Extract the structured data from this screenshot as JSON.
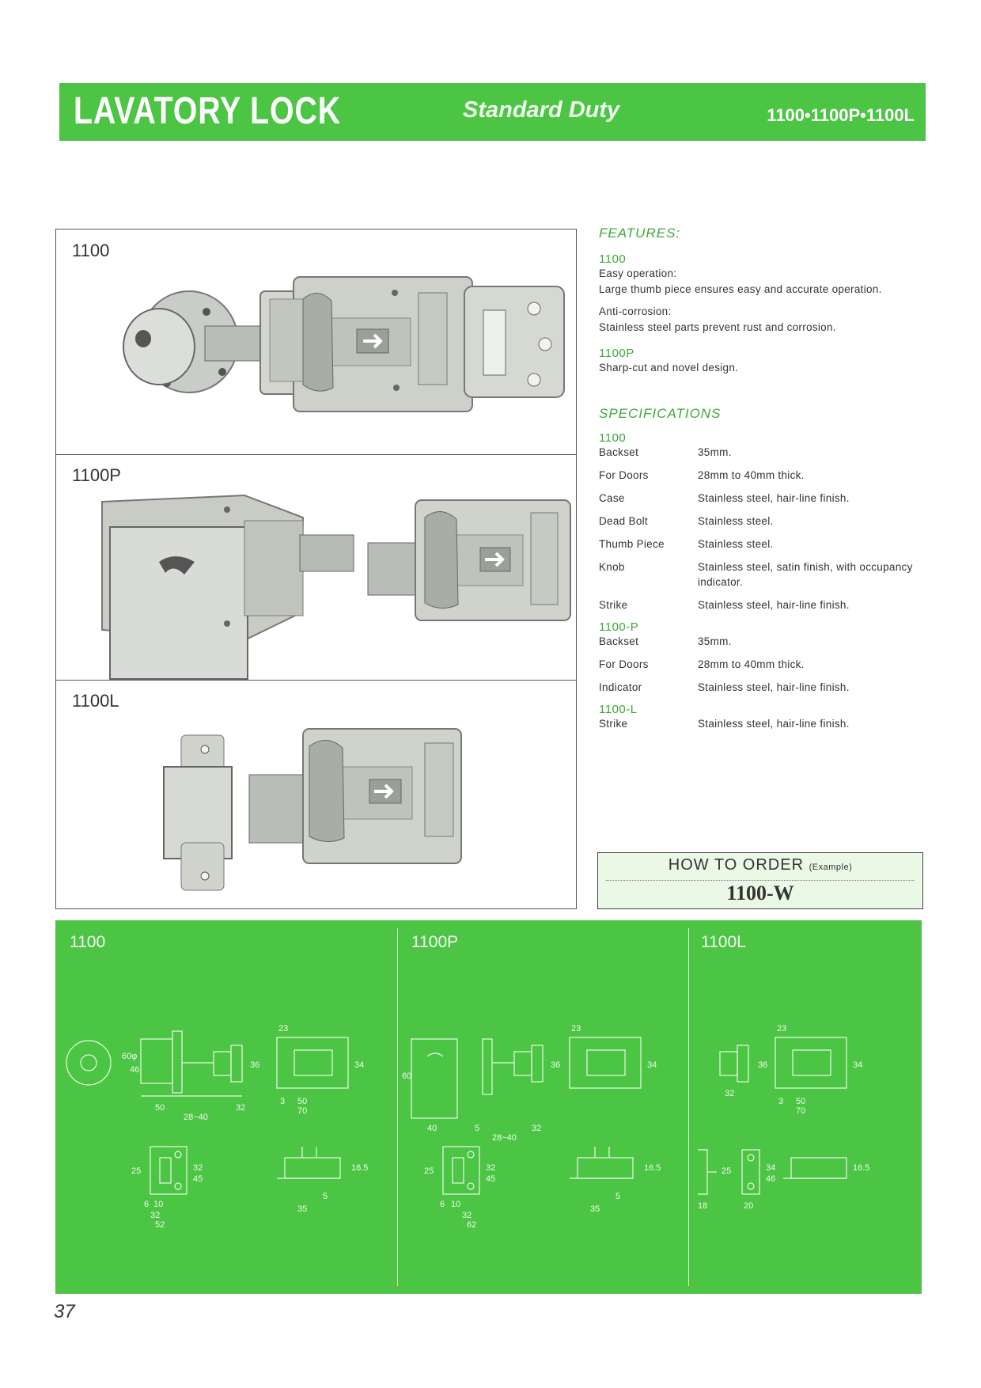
{
  "header": {
    "title": "LAVATORY LOCK",
    "subtitle": "Standard Duty",
    "models": "1100•1100P•1100L",
    "bg_color": "#4cc444"
  },
  "photos": {
    "p1100": "1100",
    "p1100P": "1100P",
    "p1100L": "1100L"
  },
  "features": {
    "heading": "FEATURES:",
    "model_a": "1100",
    "easy_title": "Easy operation:",
    "easy_text": "Large thumb piece ensures easy and accurate operation.",
    "corr_title": "Anti-corrosion:",
    "corr_text": "Stainless steel  parts prevent rust and corrosion.",
    "model_b": "1100P",
    "design_text": "Sharp-cut and novel design."
  },
  "specifications": {
    "heading": "SPECIFICATIONS",
    "g1_title": "1100",
    "g1_rows": [
      {
        "k": "Backset",
        "v": "35mm."
      },
      {
        "k": "For Doors",
        "v": "28mm to 40mm thick."
      },
      {
        "k": "Case",
        "v": "Stainless steel, hair-line finish."
      },
      {
        "k": "Dead Bolt",
        "v": "Stainless steel."
      },
      {
        "k": "Thumb Piece",
        "v": "Stainless steel."
      },
      {
        "k": "Knob",
        "v": "Stainless  steel,  satin  finish,  with occupancy indicator."
      },
      {
        "k": "Strike",
        "v": "Stainless steel, hair-line finish."
      }
    ],
    "g2_title": "1100-P",
    "g2_rows": [
      {
        "k": "Backset",
        "v": "35mm."
      },
      {
        "k": "For Doors",
        "v": "28mm to 40mm thick."
      },
      {
        "k": "Indicator",
        "v": "Stainless steel, hair-line finish."
      }
    ],
    "g3_title": "1100-L",
    "g3_rows": [
      {
        "k": "Strike",
        "v": "Stainless steel, hair-line finish."
      }
    ]
  },
  "order": {
    "title": "HOW TO ORDER",
    "example": "(Example)",
    "code": "1100-W"
  },
  "diagrams": {
    "d1100": "1100",
    "d1100P": "1100P",
    "d1100L": "1100L",
    "dims": {
      "d60": "60φ",
      "d46": "46",
      "d36": "36",
      "d50": "50",
      "d2840": "28~40",
      "d32": "32",
      "d23": "23",
      "d34": "34",
      "d3": "3",
      "d70": "70",
      "d25": "25",
      "d45": "45",
      "d6": "6",
      "d10": "10",
      "d52": "52",
      "d35": "35",
      "d5": "5",
      "d165": "16.5",
      "d60p": "60",
      "d40": "40",
      "d62": "62",
      "d18": "18",
      "d20": "20"
    }
  },
  "page_number": "37"
}
